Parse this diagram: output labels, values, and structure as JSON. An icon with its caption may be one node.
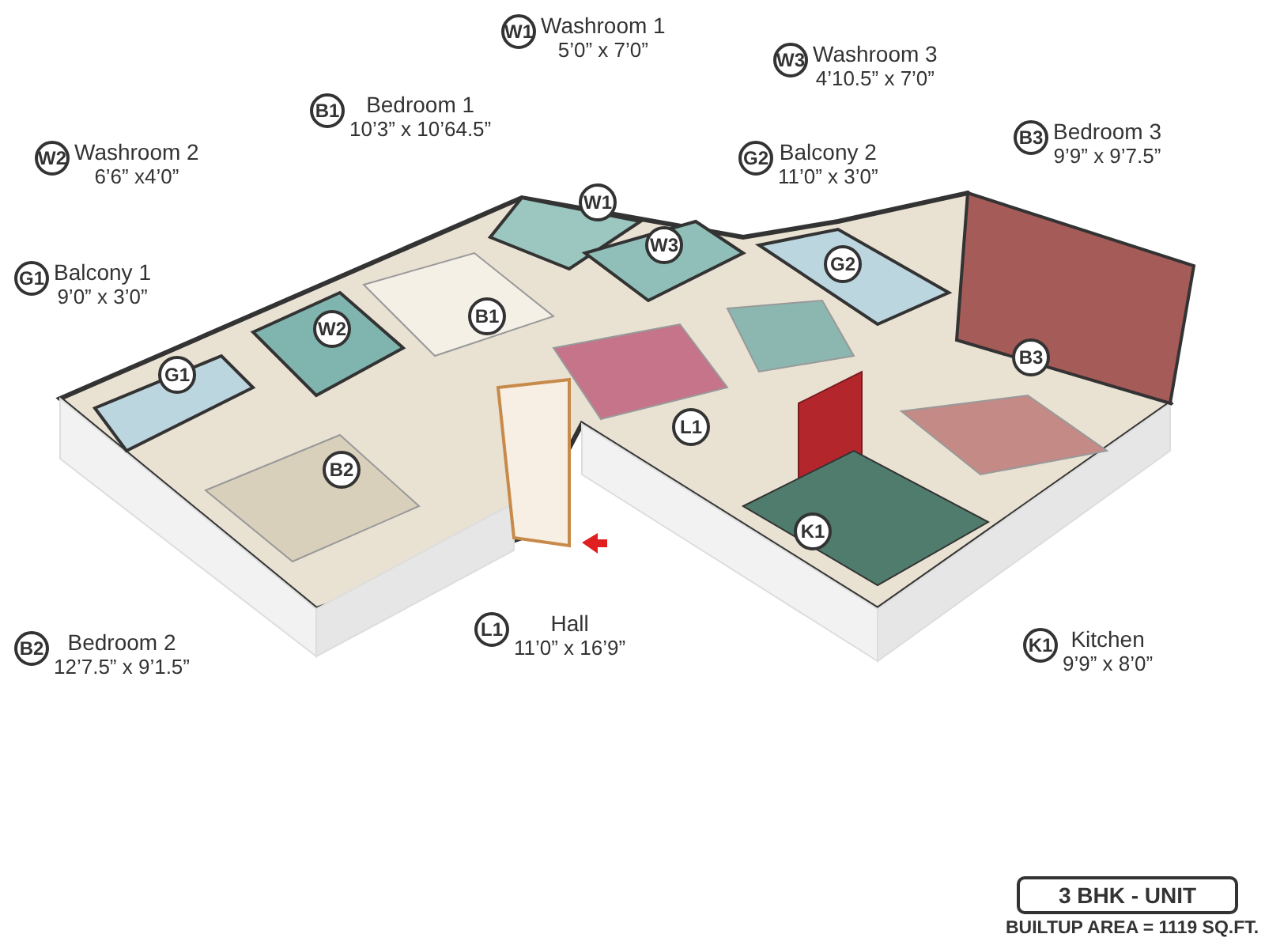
{
  "diagram": {
    "nodes": [
      {
        "text": [
          "W1"
        ],
        "beside": [
          "Washroom 1",
          "5’0” x 7’0”"
        ]
      },
      {
        "text": [
          "W3"
        ],
        "beside": [
          "Washroom 3",
          "4’10.5” x 7’0”"
        ]
      },
      {
        "text": [
          "B1"
        ],
        "beside": [
          "Bedroom 1",
          "10’3” x 10’64.5”"
        ]
      },
      {
        "text": [
          "B3"
        ],
        "beside": [
          "Bedroom 3",
          "9’9” x 9’7.5”"
        ]
      },
      {
        "text": [
          "W2"
        ],
        "beside": [
          "Washroom 2",
          "6’6” x4’0”"
        ]
      },
      {
        "text": [
          "G2"
        ],
        "beside": [
          "Balcony 2",
          "11’0” x 3’0”"
        ]
      },
      {
        "text": [
          "G1"
        ],
        "beside": [
          "Balcony 1",
          "9’0” x 3’0”"
        ]
      },
      {
        "text": [
          "L1"
        ],
        "beside": [
          "Hall",
          "11’0” x 16’9”"
        ]
      },
      {
        "text": [
          "B2"
        ],
        "beside": [
          "Bedroom 2",
          "12’7.5” x 9’1.5”"
        ]
      },
      {
        "text": [
          "K1"
        ],
        "beside": [
          "Kitchen",
          "9’9” x 8’0”"
        ]
      },
      {
        "text": [
          "W1"
        ]
      },
      {
        "text": [
          "W3"
        ]
      },
      {
        "text": [
          "G2"
        ]
      },
      {
        "text": [
          "B1"
        ]
      },
      {
        "text": [
          "W2"
        ]
      },
      {
        "text": [
          "B3"
        ]
      },
      {
        "text": [
          "G1"
        ]
      },
      {
        "text": [
          "L1"
        ]
      },
      {
        "text": [
          "B2"
        ]
      },
      {
        "text": [
          "K1"
        ]
      },
      {
        "text": [
          "3 BHK - UNIT"
        ]
      }
    ],
    "edges": [],
    "labels": [
      "BUILTUP AREA = 1119 SQ.FT."
    ]
  }
}
